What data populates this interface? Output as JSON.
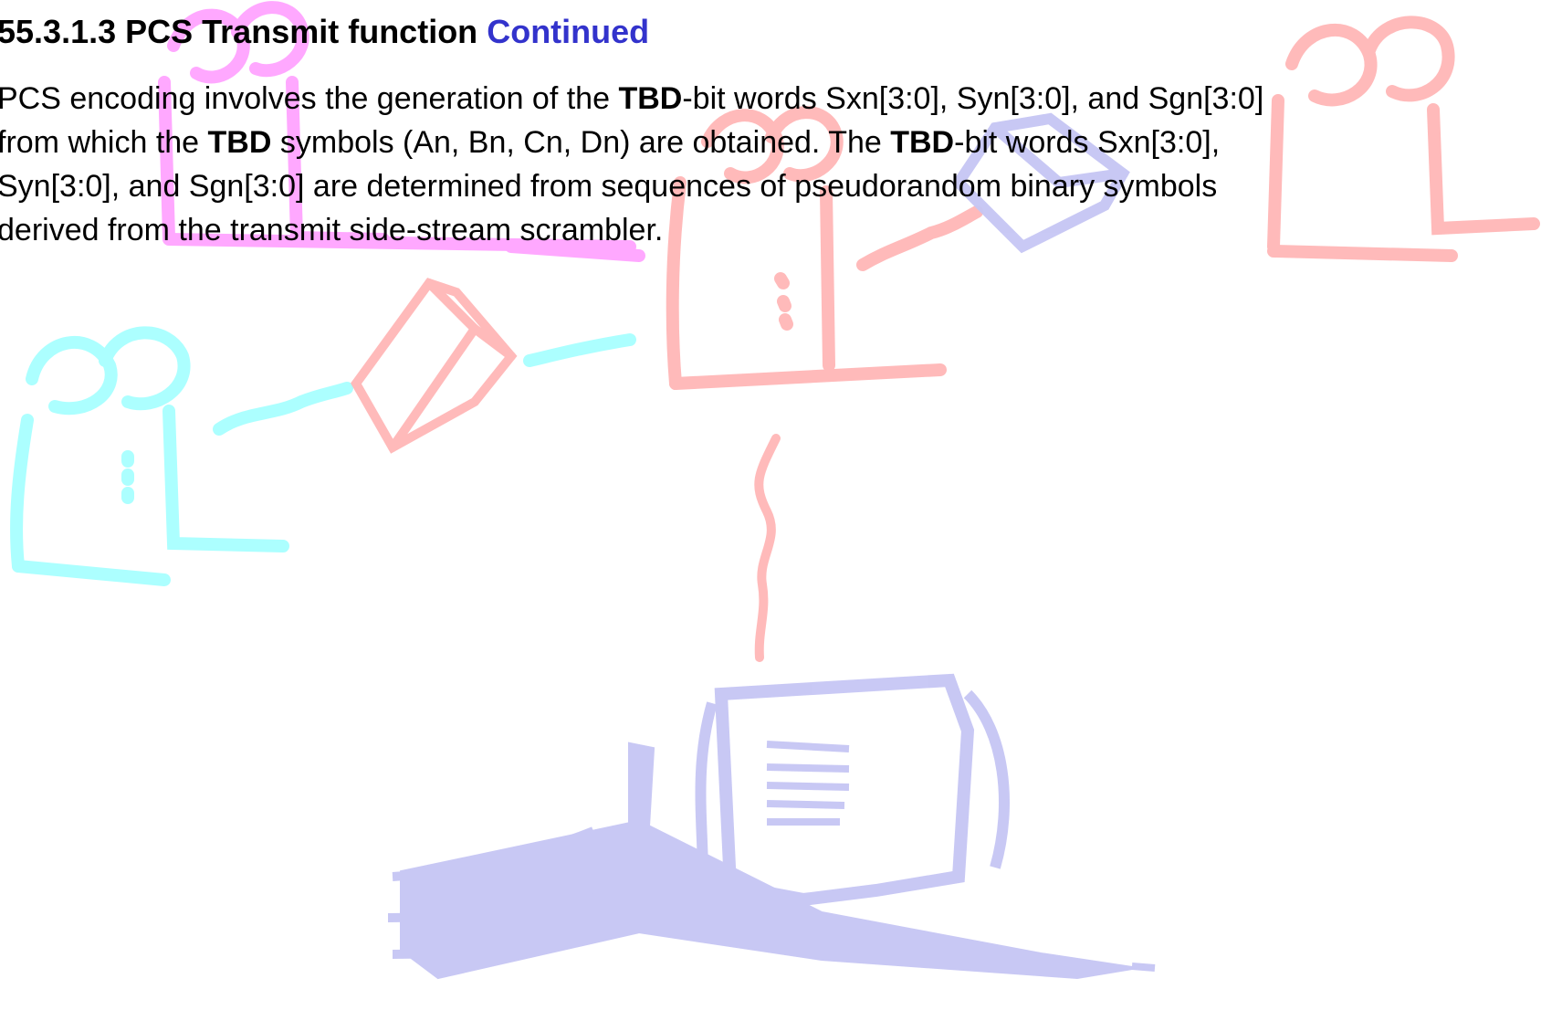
{
  "heading": {
    "number": "55.3.1.3",
    "title": "PCS Transmit function",
    "continued": "Continued"
  },
  "lines": [
    {
      "a": "PCS encoding involves the generation of the ",
      "b1": "TBD",
      "c": "-bit words Sxn[3:0], Syn[3:0], and Sgn[3:0]",
      "b2": "",
      "d": ""
    },
    {
      "a": "from which the ",
      "b1": "TBD",
      "c": " symbols (An, Bn, Cn, Dn) are obtained. The ",
      "b2": "TBD",
      "d": "-bit words Sxn[3:0],"
    },
    {
      "a": "Syn[3:0], and Sgn[3:0] are determined from sequences of pseudorandom binary symbols",
      "b1": "",
      "c": "",
      "b2": "",
      "d": ""
    },
    {
      "a": "derived from the transmit side-stream scrambler.",
      "b1": "",
      "c": "",
      "b2": "",
      "d": ""
    }
  ],
  "colors": {
    "heading_accent": "#3333cc",
    "clipart_pink": "#ff99ff",
    "clipart_red": "#ffb3b3",
    "clipart_cyan": "#a8ffff",
    "clipart_lavender": "#c6c6f4"
  },
  "clipart": {
    "icons": [
      "tape-drive-icon",
      "tape-drive-icon",
      "tape-drive-icon",
      "tape-drive-icon",
      "envelope-icon",
      "envelope-icon",
      "computer-terminal-icon"
    ]
  }
}
